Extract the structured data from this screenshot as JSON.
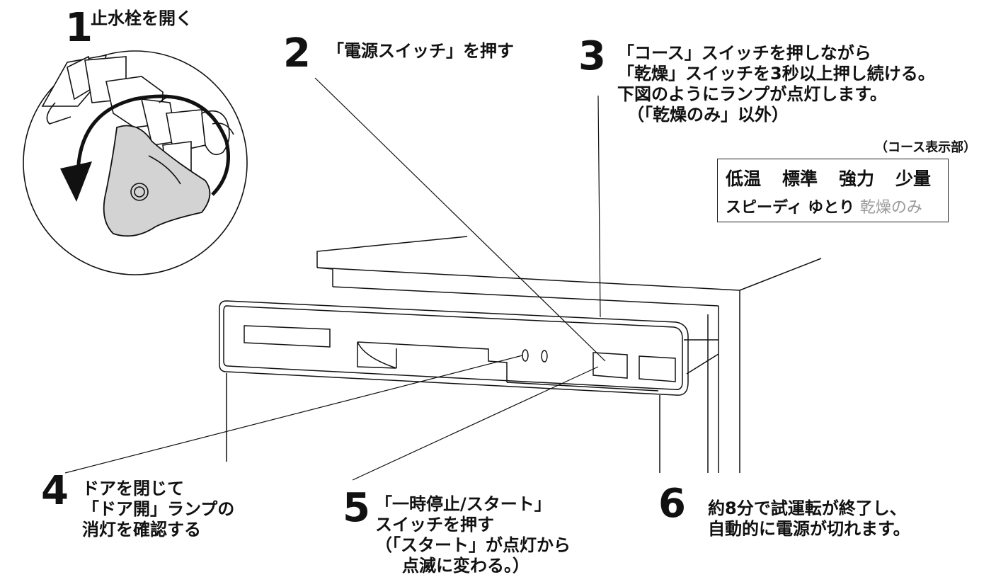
{
  "steps": {
    "s1": {
      "number": "1",
      "text": "止水栓を開く"
    },
    "s2": {
      "number": "2",
      "text": "「電源スイッチ」を押す"
    },
    "s3": {
      "number": "3",
      "line1": "「コース」スイッチを押しながら",
      "line2": "「乾燥」スイッチを3秒以上押し続ける。",
      "line3": "下図のようにランプが点灯します。",
      "line4": "（「乾燥のみ」以外）"
    },
    "s4": {
      "number": "4",
      "line1": "ドアを閉じて",
      "line2": "「ドア開」ランプの",
      "line3": "消灯を確認する"
    },
    "s5": {
      "number": "5",
      "line1": "「一時停止/スタート」",
      "line2": "スイッチを押す",
      "line3": "（「スタート」が点灯から",
      "line4": "点滅に変わる。）"
    },
    "s6": {
      "number": "6",
      "line1": "約8分で試運転が終了し、",
      "line2": "自動的に電源が切れます。"
    }
  },
  "course_display": {
    "caption": "（コース表示部）",
    "row1": [
      "低温",
      "標準",
      "強力",
      "少量"
    ],
    "row2_lit": [
      "スピーディ",
      "ゆとり"
    ],
    "row2_unlit": "乾燥のみ"
  },
  "colors": {
    "knob_fill": "#d3d3d3",
    "line": "#111111",
    "unlit_text": "#9a9a9a"
  }
}
